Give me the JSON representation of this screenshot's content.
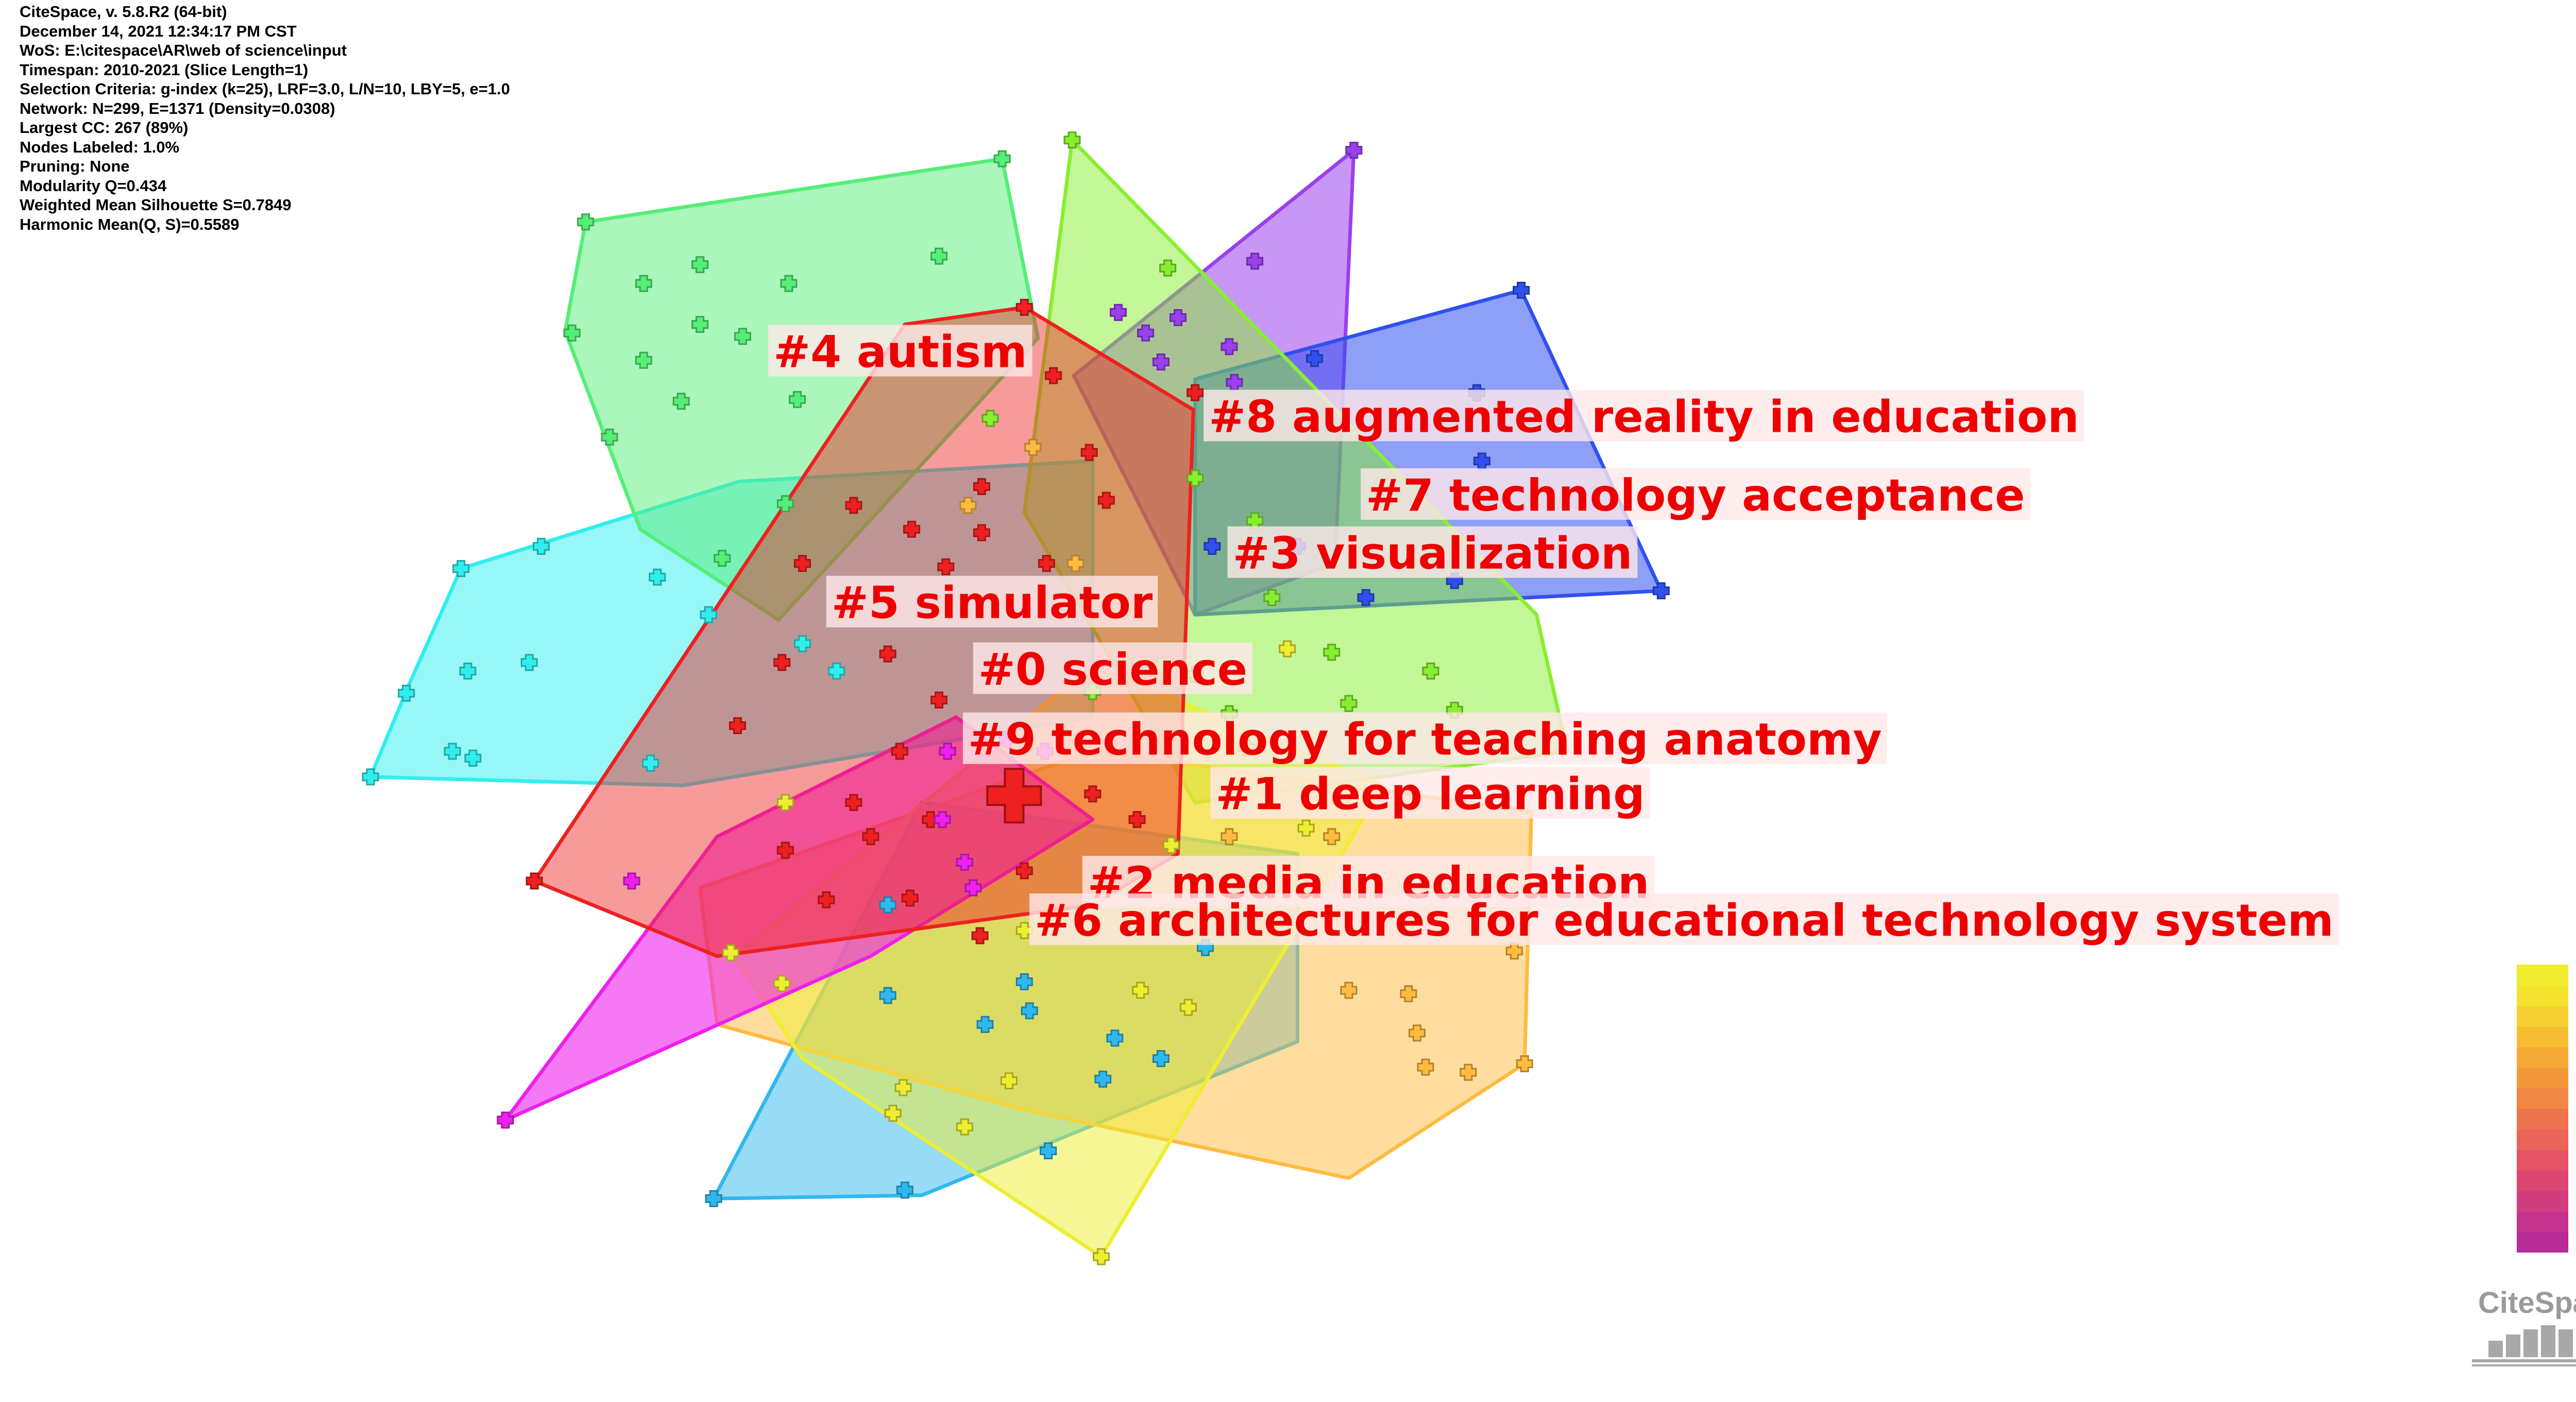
{
  "info_lines": [
    "CiteSpace, v. 5.8.R2 (64-bit)",
    "December 14, 2021 12:34:17 PM CST",
    "WoS: E:\\citespace\\AR\\web of science\\input",
    "Timespan: 2010-2021 (Slice Length=1)",
    "Selection Criteria: g-index (k=25), LRF=3.0, L/N=10, LBY=5, e=1.0",
    "Network: N=299, E=1371 (Density=0.0308)",
    "Largest CC: 267 (89%)",
    "Nodes Labeled: 1.0%",
    "Pruning: None",
    "Modularity Q=0.434",
    "Weighted Mean Silhouette S=0.7849",
    "Harmonic Mean(Q, S)=0.5589"
  ],
  "clusters": [
    {
      "id": "4",
      "label": "#4 autism",
      "color": "#55ee77"
    },
    {
      "id": "8",
      "label": "#8 augmented reality in education",
      "color": "#9a40ee"
    },
    {
      "id": "7",
      "label": "#7 technology acceptance",
      "color": "#3050ee"
    },
    {
      "id": "3",
      "label": "#3 visualization",
      "color": "#88ee30"
    },
    {
      "id": "5",
      "label": "#5 simulator",
      "color": "#30eeee"
    },
    {
      "id": "0",
      "label": "#0 science",
      "color": "#ee2020"
    },
    {
      "id": "9",
      "label": "#9 technology for teaching anatomy",
      "color": "#ee20ee"
    },
    {
      "id": "1",
      "label": "#1 deep learning",
      "color": "#30b8ee"
    },
    {
      "id": "2",
      "label": "#2 media in education",
      "color": "#ffbb40"
    },
    {
      "id": "6",
      "label": "#6 architectures for educational technology system",
      "color": "#eeee30"
    }
  ],
  "legend": {
    "colors": [
      "#b82c98",
      "#c5348c",
      "#d23d7f",
      "#dc4672",
      "#e55466",
      "#ea6458",
      "#ee744d",
      "#f28644",
      "#f4983c",
      "#f5aa35",
      "#f6bd32",
      "#f6d030",
      "#f5e22f",
      "#f0ec30"
    ]
  },
  "logo": {
    "text": "CiteSpace"
  }
}
